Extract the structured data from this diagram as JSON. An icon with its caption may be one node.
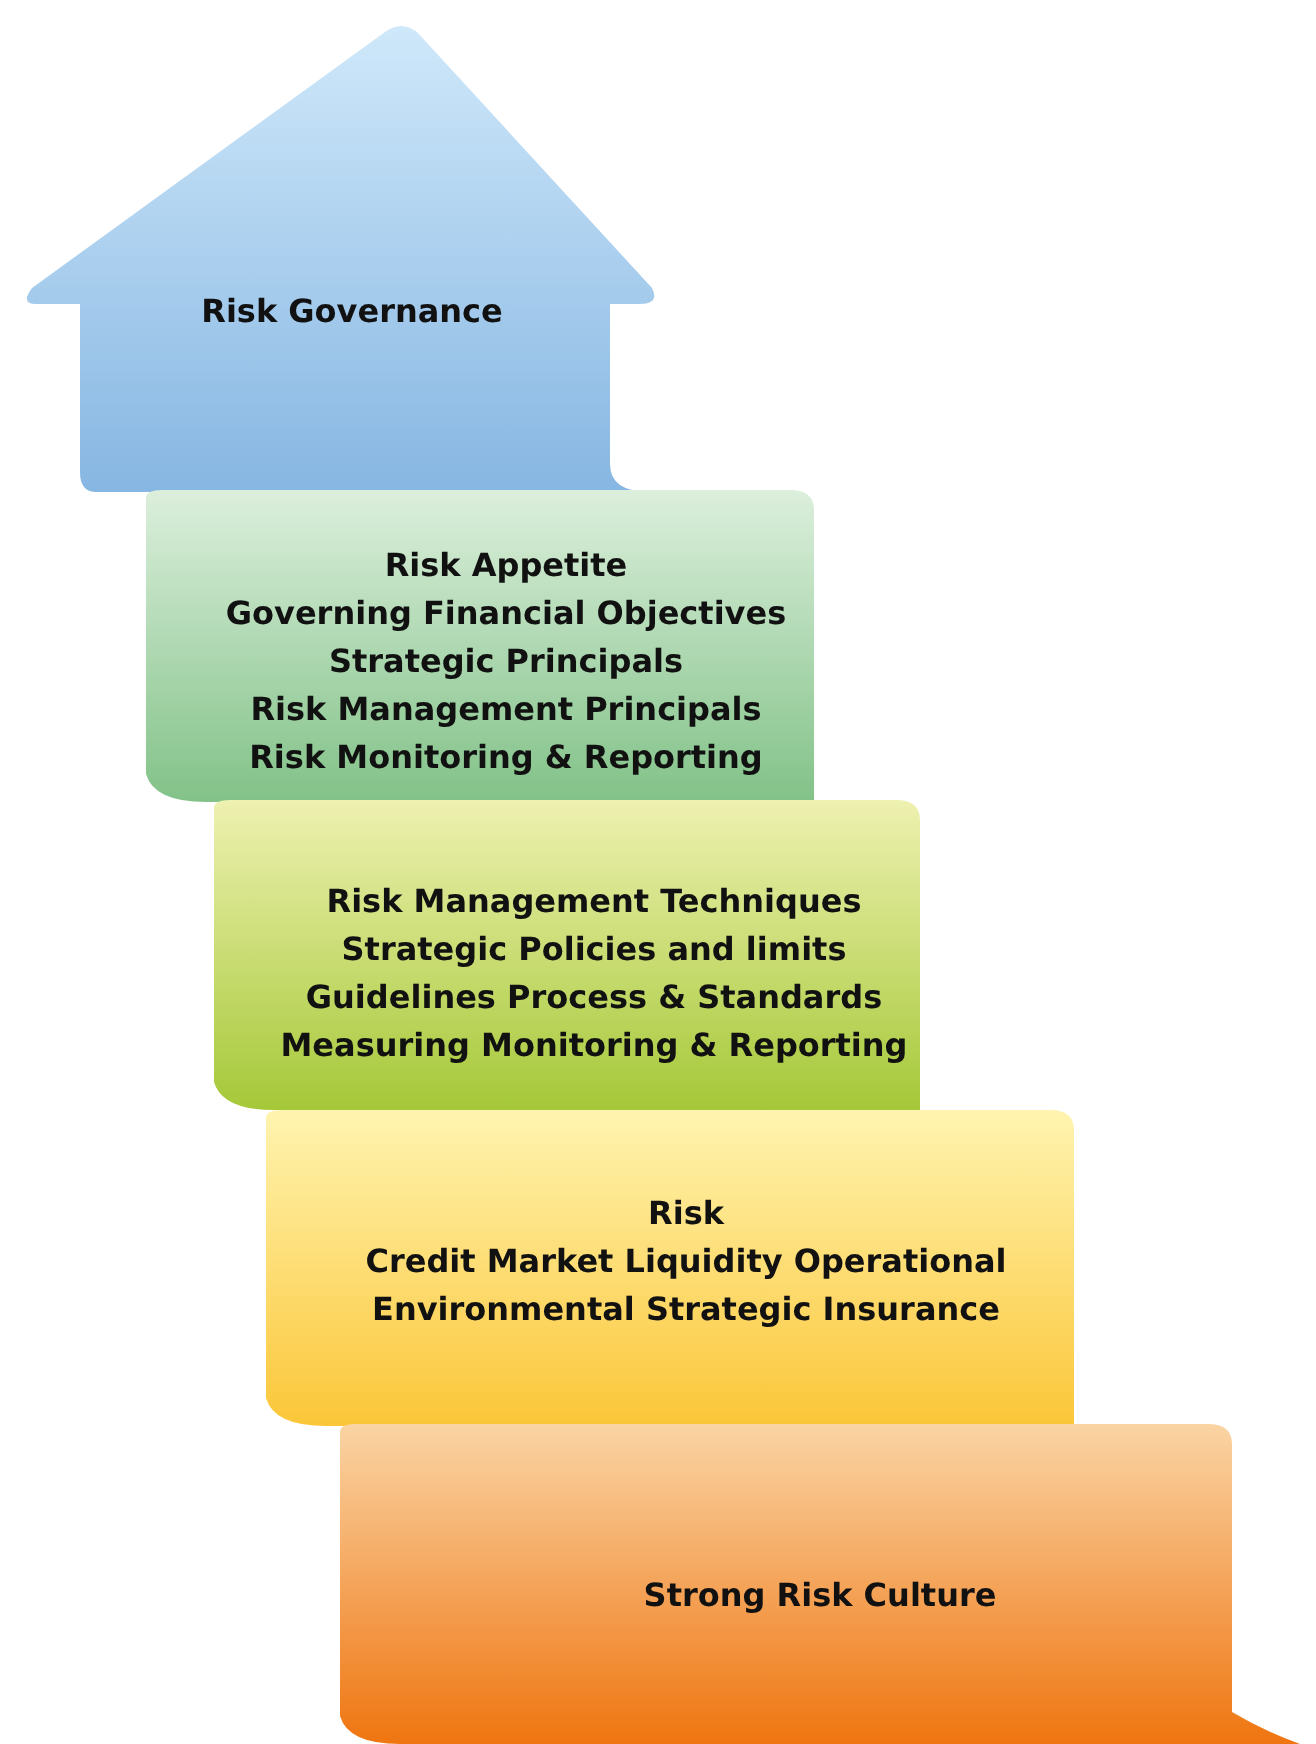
{
  "diagram": {
    "nodes": [
      {
        "text": [
          "Risk Governance"
        ]
      },
      {
        "text": [
          "Risk Appetite",
          "Governing Financial Objectives",
          "Strategic Principals",
          "Risk Management Principals",
          "Risk Monitoring & Reporting"
        ]
      },
      {
        "text": [
          "Risk Management Techniques",
          "Strategic Policies and limits",
          "Guidelines Process & Standards",
          "Measuring Monitoring & Reporting"
        ]
      },
      {
        "text": [
          "Risk",
          "Credit Market Liquidity Operational",
          "Environmental Strategic Insurance"
        ]
      },
      {
        "text": [
          "Strong Risk Culture"
        ]
      }
    ]
  }
}
